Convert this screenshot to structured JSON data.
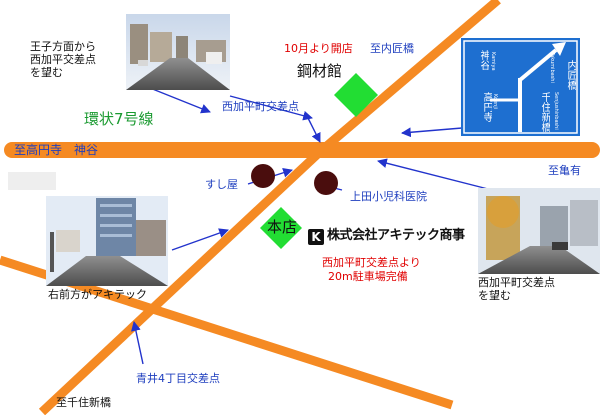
{
  "labels": {
    "ring_road": "環状7号線",
    "to_koenji_kamiya": "至高円寺　神谷",
    "to_uchitakumi_bridge": "至内匠橋",
    "to_kameari": "至亀有",
    "to_senju_shinbashi": "至千住新橋",
    "nishikasai_intersection": "西加平町交差点",
    "aoi_4chome_intersection": "青井4丁目交差点",
    "sushi_shop": "すし屋",
    "ueda_clinic": "上田小児科医院",
    "main_store": "本店",
    "steel_store": "鋼材館",
    "steel_store_opening": "10月より開店",
    "parking_line1": "西加平町交差点より",
    "parking_line2": "20m駐車場完備",
    "photo_top_left_caption": "王子方面から\n西加平交差点\nを望む",
    "photo_bottom_left_caption": "右前方がアキテック",
    "photo_bottom_right_caption": "西加平町交差点\nを望む",
    "company_name": "株式会社アキテック商事",
    "company_logo_mark": "K"
  },
  "road_sign": {
    "left_top": "神谷",
    "left_top_roman": "Kamiya",
    "left_bottom": "高円寺",
    "left_bottom_roman": "Koenji",
    "right_top": "内匠橋",
    "right_top_roman": "Takumibashi",
    "right_bottom": "千住新橋",
    "right_bottom_roman": "Senjushinbashi"
  },
  "colors": {
    "road_orange": "#f58a23",
    "building_green": "#22dd33",
    "arrow_blue": "#2233cc",
    "landmark_brown": "#4a0d0d",
    "sign_blue": "#1e6fd0",
    "label_red": "#e00000",
    "label_blue": "#1f3fbf",
    "label_green": "#1a9a30"
  }
}
